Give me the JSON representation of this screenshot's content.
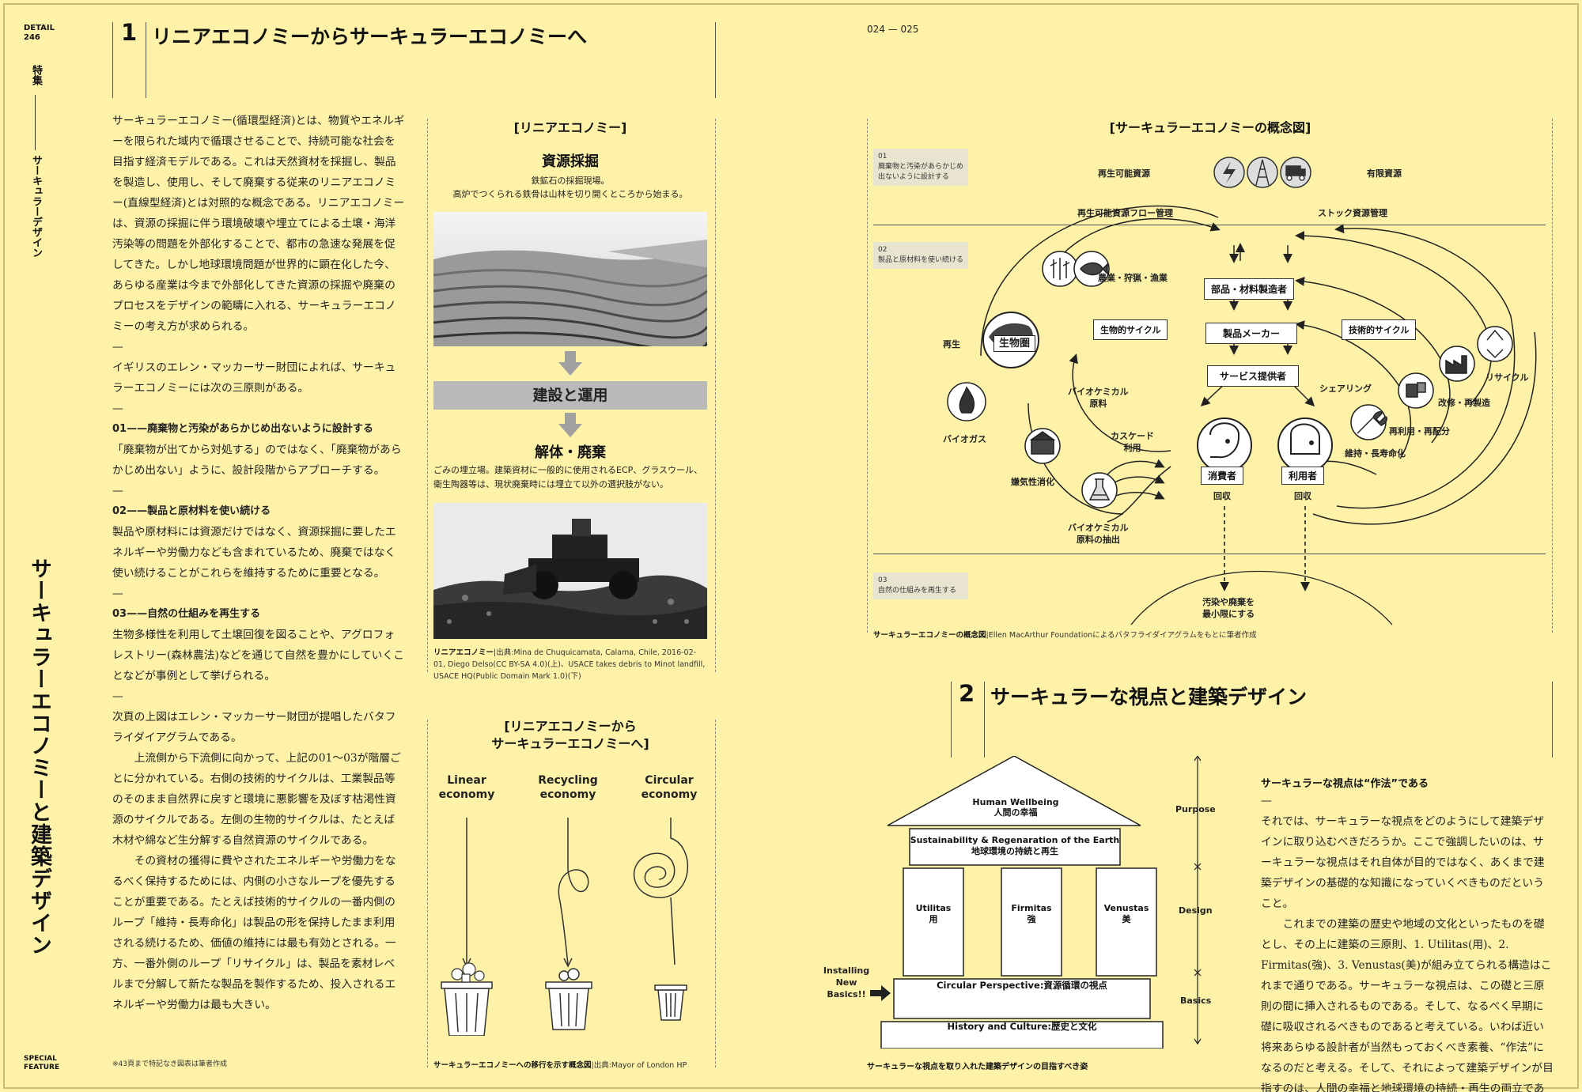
{
  "folio": {
    "series": "DETAIL",
    "issue": "246",
    "section": "特集",
    "section_vertical": "サーキュラーデザイン",
    "feature_title": "サーキュラーエコノミーと建築デザイン",
    "special_feature": "SPECIAL FEATURE",
    "page_numbers": "024 — 025"
  },
  "section1": {
    "number": "1",
    "title": "リニアエコノミーからサーキュラーエコノミーへ",
    "paragraphs": [
      "サーキュラーエコノミー(循環型経済)とは、物質やエネルギーを限られた域内で循環させることで、持続可能な社会を目指す経済モデルである。これは天然資材を採掘し、製品を製造し、使用し、そして廃棄する従来のリニアエコノミー(直線型経済)とは対照的な概念である。リニアエコノミーは、資源の採掘に伴う環境破壊や埋立てによる土壌・海洋汚染等の問題を外部化することで、都市の急速な発展を促してきた。しかし地球環境問題が世界的に顕在化した今、あらゆる産業は今まで外部化してきた資源の採掘や廃棄のプロセスをデザインの範疇に入れる、サーキュラーエコノミーの考え方が求められる。",
      "—",
      "イギリスのエレン・マッカーサー財団によれば、サーキュラーエコノミーには次の三原則がある。",
      "—"
    ],
    "principles": [
      {
        "heading": "01——廃棄物と汚染があらかじめ出ないように設計する",
        "text": "「廃棄物が出てから対処する」のではなく、「廃棄物があらかじめ出ない」ように、設計段階からアプローチする。"
      },
      {
        "heading": "02——製品と原材料を使い続ける",
        "text": "製品や原材料には資源だけではなく、資源採掘に要したエネルギーや労働力なども含まれているため、廃棄ではなく使い続けることがこれらを維持するために重要となる。"
      },
      {
        "heading": "03——自然の仕組みを再生する",
        "text": "生物多様性を利用して土壌回復を図ることや、アグロフォレストリー(森林農法)などを通じて自然を豊かにしていくことなどが事例として挙げられる。"
      }
    ],
    "paragraphs2": [
      "次頁の上図はエレン・マッカーサー財団が提唱したバタフライダイアグラムである。",
      "上流側から下流側に向かって、上記の01〜03が階層ごとに分かれている。右側の技術的サイクルは、工業製品等のそのまま自然界に戻すと環境に悪影響を及ぼす枯渇性資源のサイクルである。左側の生物的サイクルは、たとえば木材や綿など生分解する自然資源のサイクルである。",
      "その資材の獲得に費やされたエネルギーや労働力をなるべく保持するためには、内側の小さなループを優先することが重要である。たとえば技術的サイクルの一番内側のループ「維持・長寿命化」は製品の形を保持したまま利用される続けるため、価値の維持には最も有効とされる。一方、一番外側のループ「リサイクル」は、製品を素材レベルまで分解して新たな製品を製作するため、投入されるエネルギーや労働力は最も大きい。"
    ],
    "footnote": "※43頁まで特記なき図表は筆者作成"
  },
  "linear": {
    "title": "[リニアエコノミー]",
    "step1": "資源採掘",
    "step1_desc": "鉄鉱石の採掘現場。\n高炉でつくられる鉄骨は山林を切り開くところから始まる。",
    "step2": "建設と運用",
    "step3": "解体・廃棄",
    "step3_desc": "ごみの埋立場。建築資材に一般的に使用されるECP、グラスウール、衛生陶器等は、現状廃棄時には埋立て以外の選択肢がない。",
    "caption_bold": "リニアエコノミー",
    "caption": "|出典:Mina de Chuquicamata, Calama, Chile, 2016-02-01, Diego Delso(CC BY-SA 4.0)(上)、USACE takes debris to Minot landfill, USACE HQ(Public Domain Mark 1.0)(下)"
  },
  "transition": {
    "title": "[リニアエコノミーから\nサーキュラーエコノミーへ]",
    "labels": [
      "Linear\neconomy",
      "Recycling\neconomy",
      "Circular\neconomy"
    ],
    "caption_bold": "サーキュラーエコノミーへの移行を示す概念図",
    "caption": "|出典:Mayor of London HP"
  },
  "butterfly": {
    "title": "[サーキュラーエコノミーの概念図]",
    "blocks": [
      "01\n廃棄物と汚染があらかじめ\n出ないように設計する",
      "02\n製品と原材料を使い続ける",
      "03\n自然の仕組みを再生する"
    ],
    "renewable": "再生可能資源",
    "finite": "有限資源",
    "flow_mgmt": "再生可能資源フロー管理",
    "stock_mgmt": "ストック資源管理",
    "farming": "農業・狩猟・漁業",
    "parts": "部品・材料製造者",
    "maker": "製品メーカー",
    "service": "サービス提供者",
    "bio_cycle": "生物的サイクル",
    "tech_cycle": "技術的サイクル",
    "biosphere": "生物圏",
    "regen": "再生",
    "biochem": "バイオケミカル\n原料",
    "biogas": "バイオガス",
    "cascade": "カスケード\n利用",
    "anaerobic": "嫌気性消化",
    "biochem_ext": "バイオケミカル\n原料の抽出",
    "consumer": "消費者",
    "user": "利用者",
    "collect1": "回収",
    "collect2": "回収",
    "sharing": "シェアリング",
    "maintain": "維持・長寿命化",
    "reuse": "再利用・再配分",
    "remanufacture": "改修・再製造",
    "recycle": "リサイクル",
    "minimize": "汚染や廃棄を\n最小限にする",
    "caption_bold": "サーキュラーエコノミーの概念図",
    "caption": "|Ellen MacArthur Foundationによるバタフライダイアグラムをもとに筆者作成"
  },
  "section2": {
    "number": "2",
    "title": "サーキュラーな視点と建築デザイン",
    "subhead": "サーキュラーな視点は“作法”である",
    "dash": "—",
    "paragraphs": [
      "それでは、サーキュラーな視点をどのようにして建築デザインに取り込むべきだろうか。ここで強調したいのは、サーキュラーな視点はそれ自体が目的ではなく、あくまで建築デザインの基礎的な知識になっていくべきものだということ。",
      "これまでの建築の歴史や地域の文化といったものを礎とし、その上に建築の三原則、1. Utilitas(用)、2. Firmitas(強)、3. Venustas(美)が組み立てられる構造はこれまで通りである。サーキュラーな視点は、この礎と三原則の間に挿入されるものである。そして、なるべく早期に礎に吸収されるべきものであると考えている。いわば近い将来あらゆる設計者が当然もっておくべき素養、“作法”になるのだと考える。そして、それによって建築デザインが目指すのは、人間の幸福と地球環境の持続・再生の両立である。"
    ]
  },
  "temple": {
    "pediment_en": "Human Wellbeing",
    "pediment_jp": "人間の幸福",
    "architrave_en": "Sustainability & Regenaration of the Earth",
    "architrave_jp": "地球環境の持続と再生",
    "columns": [
      {
        "en": "Utilitas",
        "jp": "用"
      },
      {
        "en": "Firmitas",
        "jp": "強"
      },
      {
        "en": "Venustas",
        "jp": "美"
      }
    ],
    "circular": "Circular Perspective:資源循環の視点",
    "history": "History and Culture:歴史と文化",
    "installing": "Installing\nNew\nBasics!!",
    "purpose": "Purpose",
    "design": "Design",
    "basics": "Basics",
    "caption": "サーキュラーな視点を取り入れた建築デザインの目指すべき姿"
  }
}
